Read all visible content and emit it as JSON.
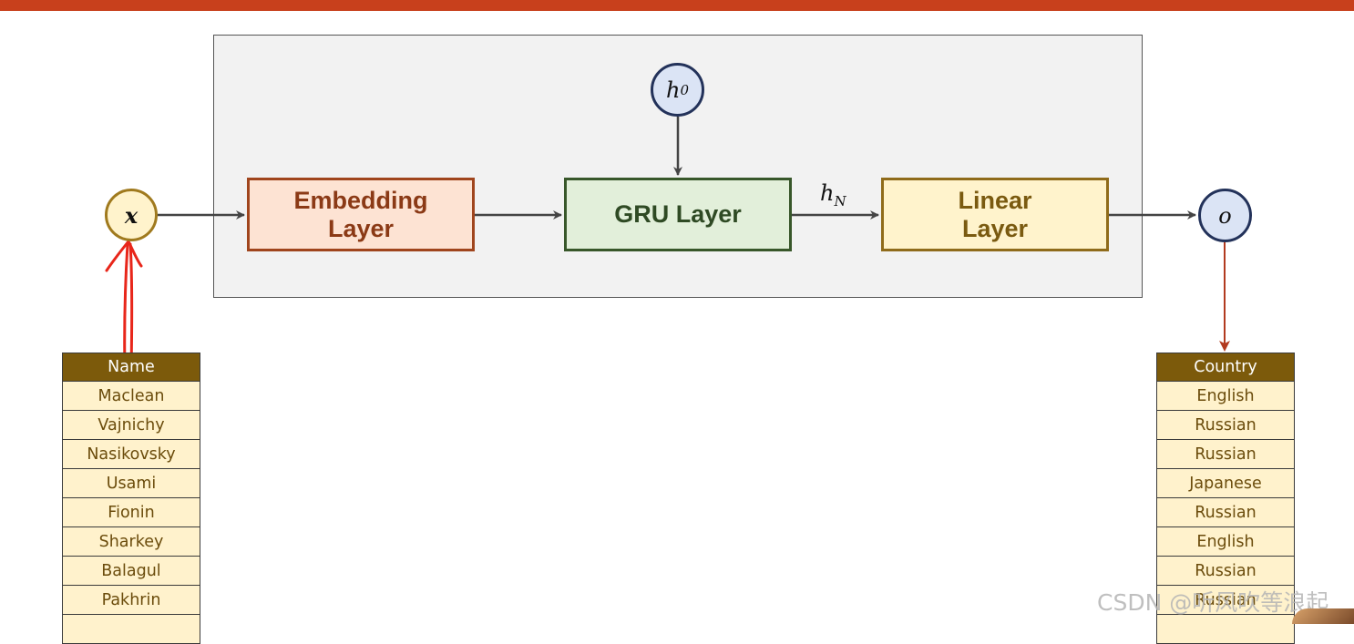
{
  "diagram": {
    "blocks": {
      "embedding": "Embedding\nLayer",
      "gru": "GRU Layer",
      "linear": "Linear\nLayer"
    },
    "nodes": {
      "input": "x",
      "hidden_init": "h",
      "hidden_init_sub": "0",
      "output": "o"
    },
    "edge_label": {
      "main": "h",
      "sub": "N"
    },
    "colors": {
      "top_bar": "#c8401c",
      "annotation": "#e8261a",
      "table_header": "#7c5a0b",
      "table_row": "#fff2cc"
    }
  },
  "names_table": {
    "header": "Name",
    "rows": [
      "Maclean",
      "Vajnichy",
      "Nasikovsky",
      "Usami",
      "Fionin",
      "Sharkey",
      "Balagul",
      "Pakhrin",
      ""
    ]
  },
  "country_table": {
    "header": "Country",
    "rows": [
      "English",
      "Russian",
      "Russian",
      "Japanese",
      "Russian",
      "English",
      "Russian",
      "Russian",
      ""
    ]
  },
  "watermark": "CSDN @听风吹等浪起"
}
